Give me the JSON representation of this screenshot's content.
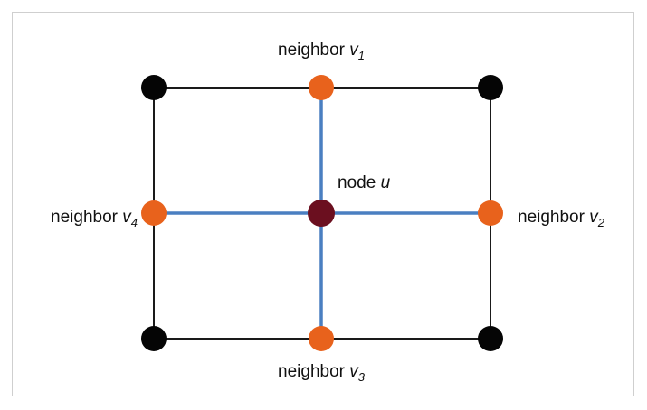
{
  "nodes": {
    "center": {
      "word": "node",
      "var": "u"
    },
    "neighbors": [
      {
        "word": "neighbor",
        "var": "v",
        "sub": "1"
      },
      {
        "word": "neighbor",
        "var": "v",
        "sub": "2"
      },
      {
        "word": "neighbor",
        "var": "v",
        "sub": "3"
      },
      {
        "word": "neighbor",
        "var": "v",
        "sub": "4"
      }
    ]
  },
  "colors": {
    "corner_node": "#050505",
    "neighbor_node": "#e8621c",
    "center_node": "#6b0f1f",
    "neighbor_edge": "#4a7fc1",
    "grid_edge": "#1a1a1a",
    "frame_border": "#cfcfcf"
  }
}
